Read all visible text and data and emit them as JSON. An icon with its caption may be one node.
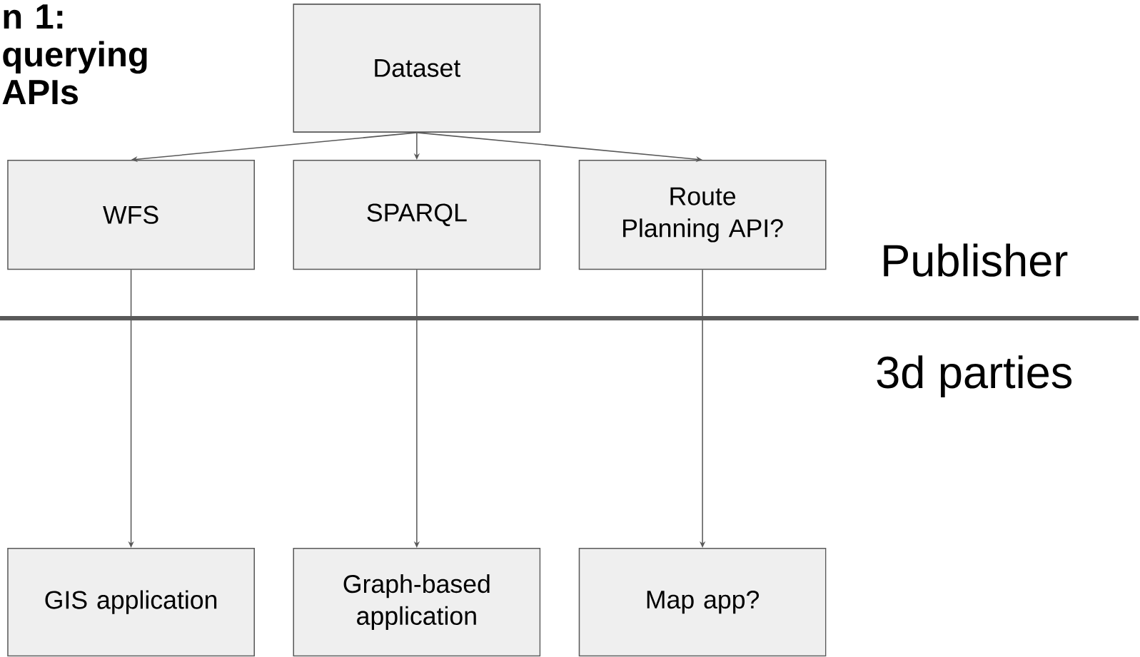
{
  "diagram": {
    "title": "n 1: querying APIs",
    "nodes": [
      {
        "text": [
          "Dataset"
        ]
      },
      {
        "text": [
          "WFS"
        ]
      },
      {
        "text": [
          "SPARQL"
        ]
      },
      {
        "text": [
          "Route Planning API?"
        ]
      },
      {
        "text": [
          "GIS application"
        ]
      },
      {
        "text": [
          "Graph-based application"
        ]
      },
      {
        "text": [
          "Map app?"
        ]
      }
    ],
    "edges": [
      {
        "from": 0,
        "to": 1,
        "arrow": "to"
      },
      {
        "from": 0,
        "to": 2,
        "arrow": "to"
      },
      {
        "from": 0,
        "to": 3,
        "arrow": "to"
      },
      {
        "from": 1,
        "to": 4,
        "arrow": "to"
      },
      {
        "from": 2,
        "to": 5,
        "arrow": "to"
      },
      {
        "from": 3,
        "to": 6,
        "arrow": "to"
      }
    ],
    "labels": [
      "Publisher",
      "3d parties"
    ]
  }
}
